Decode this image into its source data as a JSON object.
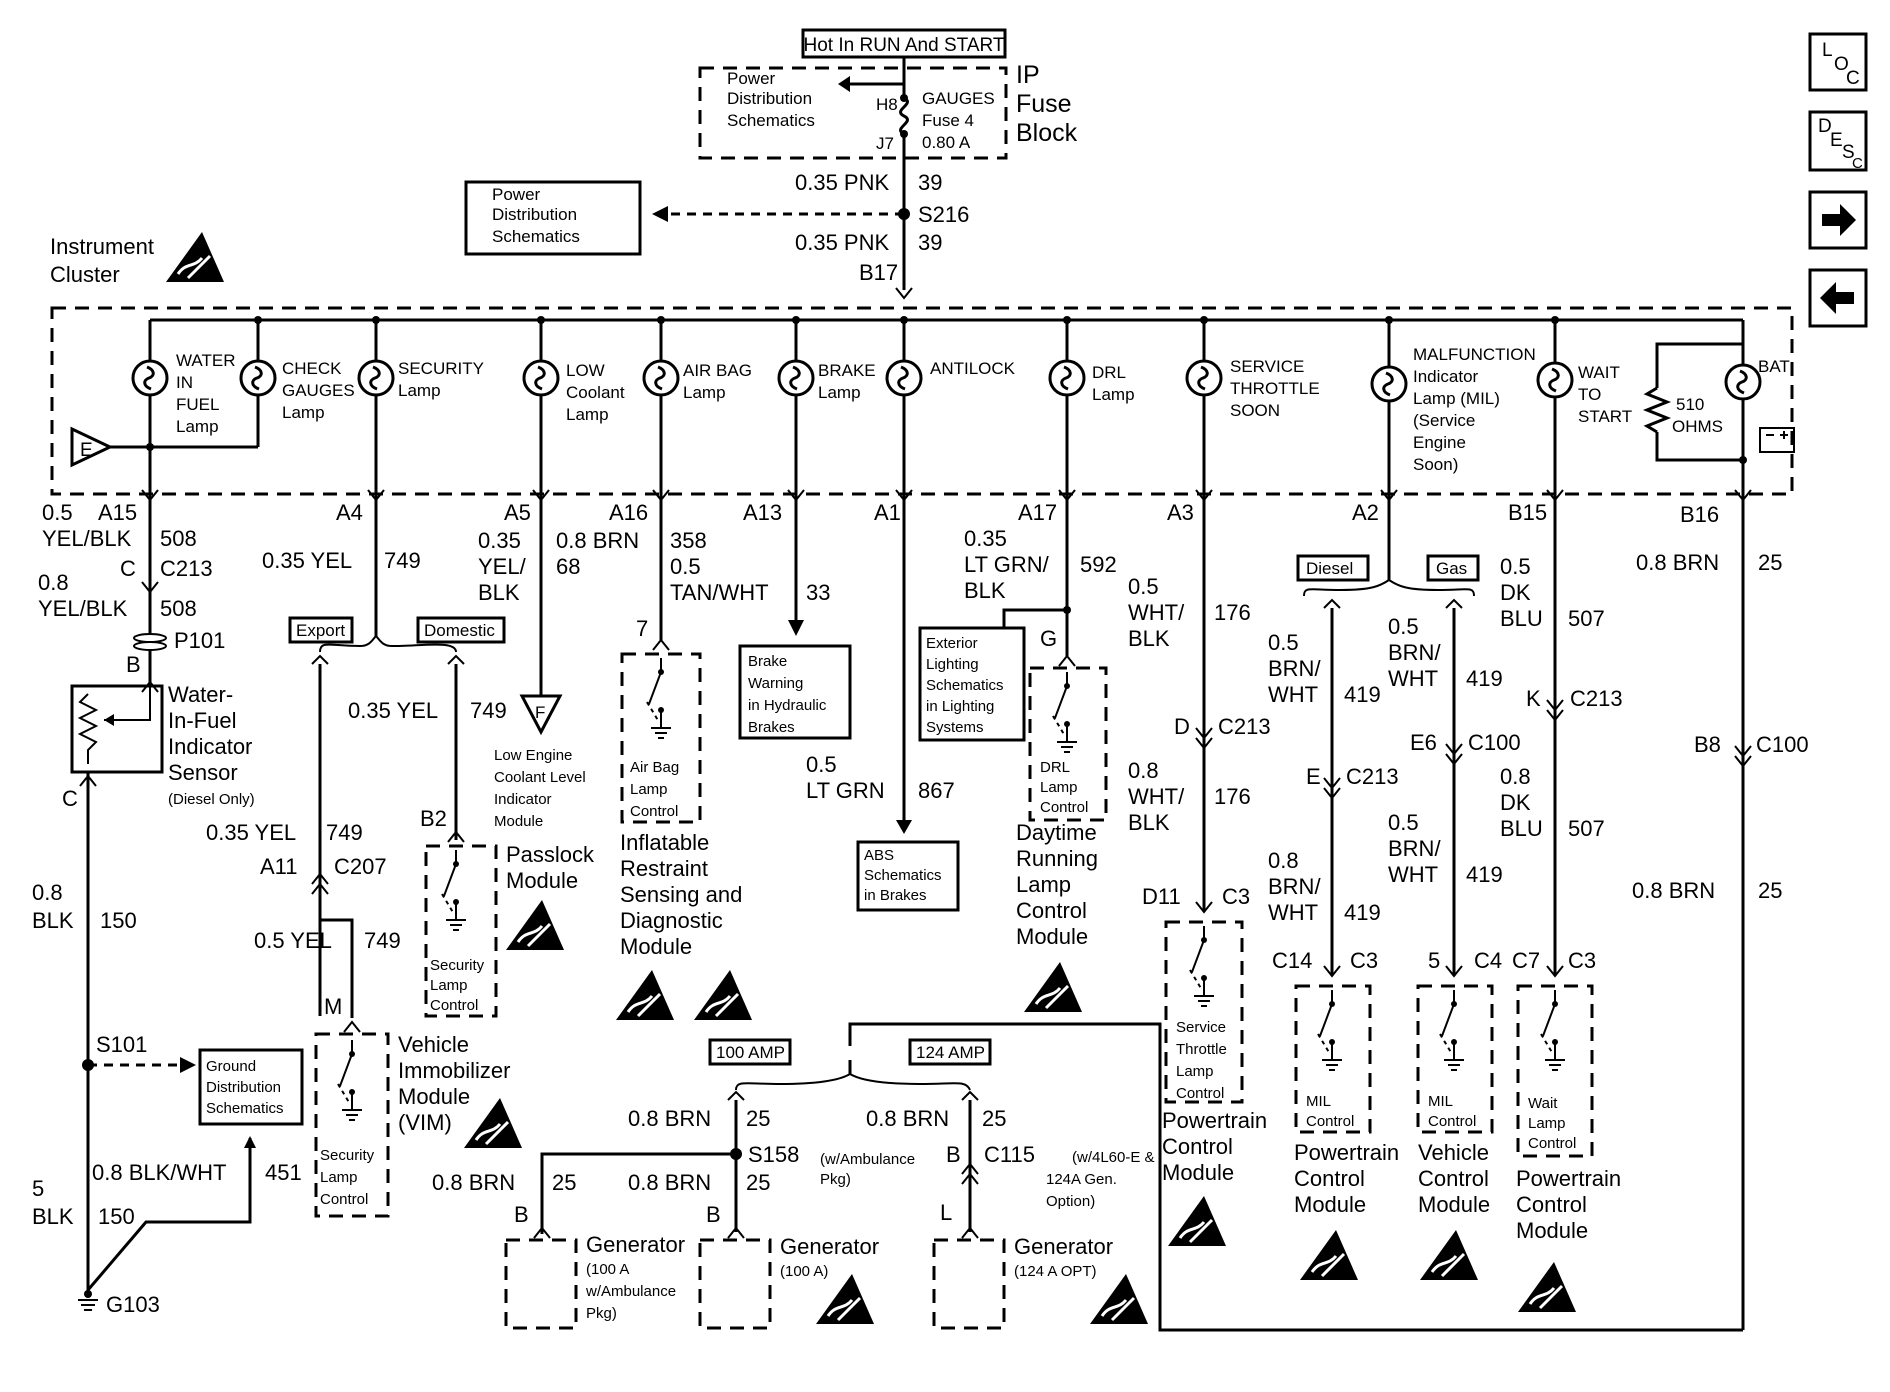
{
  "header": {
    "hot_in": "Hot In RUN And START",
    "fuse_block_lines": [
      "IP",
      "Fuse",
      "Block"
    ],
    "fuse_lines": [
      "GAUGES",
      "Fuse 4",
      "0.80 A"
    ],
    "fuse_pins": [
      "H8",
      "J7"
    ],
    "power_dist_lines": [
      "Power",
      "Distribution",
      "Schematics"
    ],
    "power_dist2_lines": [
      "Power",
      "Distribution",
      "Schematics"
    ],
    "feed_top_wire": "0.35 PNK",
    "feed_top_circuit": "39",
    "splice": "S216",
    "feed_bottom_wire": "0.35 PNK",
    "feed_bottom_circuit": "39",
    "feed_pin": "B17"
  },
  "cluster": {
    "title_lines": [
      "Instrument",
      "Cluster"
    ],
    "ground_label": "E",
    "resistor_lines": [
      "510",
      "OHMS"
    ],
    "lamps": [
      {
        "lines": [
          "WATER",
          "IN",
          "FUEL",
          "Lamp"
        ]
      },
      {
        "lines": [
          "CHECK",
          "GAUGES",
          "Lamp"
        ]
      },
      {
        "lines": [
          "SECURITY",
          "Lamp"
        ]
      },
      {
        "lines": [
          "LOW",
          "Coolant",
          "Lamp"
        ]
      },
      {
        "lines": [
          "AIR BAG",
          "Lamp"
        ]
      },
      {
        "lines": [
          "BRAKE",
          "Lamp"
        ]
      },
      {
        "lines": [
          "ANTILOCK"
        ]
      },
      {
        "lines": [
          "DRL",
          "Lamp"
        ]
      },
      {
        "lines": [
          "SERVICE",
          "THROTTLE",
          "SOON"
        ]
      },
      {
        "lines": [
          "MALFUNCTION",
          "Indicator",
          "Lamp (MIL)",
          "(Service",
          "Engine",
          "Soon)"
        ]
      },
      {
        "lines": [
          "WAIT",
          "TO",
          "START"
        ]
      },
      {
        "lines": [
          "BAT"
        ]
      }
    ],
    "pins": [
      "A15",
      "A4",
      "A5",
      "A16",
      "A13",
      "A1",
      "A17",
      "A3",
      "A2",
      "B15",
      "B16"
    ]
  },
  "circuits": {
    "water": {
      "wire1": [
        "0.5",
        "YEL/BLK"
      ],
      "circ1": "508",
      "conn_pin": "C",
      "conn": "C213",
      "wire2": [
        "0.8",
        "YEL/BLK"
      ],
      "circ2": "508",
      "p101": "P101",
      "pin_b": "B",
      "sensor_lines": [
        "Water-",
        "In-Fuel",
        "Indicator",
        "Sensor"
      ],
      "sensor_note": "(Diesel Only)",
      "pin_c": "C",
      "wire3": [
        "0.8",
        "BLK"
      ],
      "circ3": "150",
      "s101": "S101",
      "ground_dist_lines": [
        "Ground",
        "Distribution",
        "Schematics"
      ],
      "wire4": "0.8 BLK/WHT",
      "circ4": "451",
      "wire5": [
        "5",
        "BLK"
      ],
      "circ5": "150",
      "g103": "G103"
    },
    "security": {
      "wire1": "0.35 YEL",
      "circ1": "749",
      "export": "Export",
      "domestic": "Domestic",
      "wire_dom": "0.35 YEL",
      "circ_dom": "749",
      "pin_b2": "B2",
      "passlock_lines": [
        "Passlock",
        "Module"
      ],
      "sec_ctrl_lines": [
        "Security",
        "Lamp",
        "Control"
      ],
      "wire2": "0.35 YEL",
      "circ2": "749",
      "a11": "A11",
      "c207": "C207",
      "wire3": "0.5 YEL",
      "circ3": "749",
      "pin_m": "M",
      "vim_lines": [
        "Vehicle",
        "Immobilizer",
        "Module",
        "(VIM)"
      ],
      "vim_ctrl_lines": [
        "Security",
        "Lamp",
        "Control"
      ]
    },
    "coolant": {
      "wire": [
        "0.35",
        "YEL/",
        "BLK"
      ],
      "circ": "68",
      "f_label": "F",
      "module_lines": [
        "Low Engine",
        "Coolant Level",
        "Indicator",
        "Module"
      ]
    },
    "airbag": {
      "wire1": "0.8 BRN",
      "circ1": "358",
      "wire2": [
        "0.5",
        "TAN/WHT"
      ],
      "circ2": "33",
      "pin7": "7",
      "ctrl_lines": [
        "Air Bag",
        "Lamp",
        "Control"
      ],
      "module_lines": [
        "Inflatable",
        "Restraint",
        "Sensing and",
        "Diagnostic",
        "Module"
      ]
    },
    "brake": {
      "box_lines": [
        "Brake",
        "Warning",
        "in Hydraulic",
        "Brakes"
      ]
    },
    "abs": {
      "wire": [
        "0.5",
        "LT GRN"
      ],
      "circ": "867",
      "box_lines": [
        "ABS",
        "Schematics",
        "in Brakes"
      ]
    },
    "drl": {
      "wire": [
        "0.35",
        "LT GRN/",
        "BLK"
      ],
      "circ": "592",
      "ext_lines": [
        "Exterior",
        "Lighting",
        "Schematics",
        "in Lighting",
        "Systems"
      ],
      "pin_g": "G",
      "ctrl_lines": [
        "DRL",
        "Lamp",
        "Control"
      ],
      "module_lines": [
        "Daytime",
        "Running",
        "Lamp",
        "Control",
        "Module"
      ]
    },
    "throttle": {
      "wire1": [
        "0.5",
        "WHT/",
        "BLK"
      ],
      "circ1": "176",
      "pin_d": "D",
      "conn": "C213",
      "wire2": [
        "0.8",
        "WHT/",
        "BLK"
      ],
      "circ2": "176",
      "pin_d11": "D11",
      "conn2": "C3",
      "ctrl_lines": [
        "Service",
        "Throttle",
        "Lamp",
        "Control"
      ],
      "module_lines": [
        "Powertrain",
        "Control",
        "Module"
      ]
    },
    "mil": {
      "diesel": "Diesel",
      "gas": "Gas",
      "wire_d1": [
        "0.5",
        "BRN/",
        "WHT"
      ],
      "circ_d1": "419",
      "pin_e": "E",
      "conn_e": "C213",
      "wire_d2": [
        "0.8",
        "BRN/",
        "WHT"
      ],
      "circ_d2": "419",
      "pin_c14": "C14",
      "conn_c14": "C3",
      "ctrl_d_lines": [
        "MIL",
        "Control"
      ],
      "module_d_lines": [
        "Powertrain",
        "Control",
        "Module"
      ],
      "wire_g1": [
        "0.5",
        "BRN/",
        "WHT"
      ],
      "circ_g1": "419",
      "pin_e6": "E6",
      "conn_e6": "C100",
      "wire_g2": [
        "0.5",
        "BRN/",
        "WHT"
      ],
      "circ_g2": "419",
      "pin_5": "5",
      "conn_5": "C4",
      "ctrl_g_lines": [
        "MIL",
        "Control"
      ],
      "module_g_lines": [
        "Vehicle",
        "Control",
        "Module"
      ]
    },
    "wait": {
      "wire1": [
        "0.5",
        "DK",
        "BLU"
      ],
      "circ1": "507",
      "pin_k": "K",
      "conn": "C213",
      "wire2": [
        "0.8",
        "DK",
        "BLU"
      ],
      "circ2": "507",
      "pin_c7": "C7",
      "conn2": "C3",
      "ctrl_lines": [
        "Wait",
        "Lamp",
        "Control"
      ],
      "module_lines": [
        "Powertrain",
        "Control",
        "Module"
      ]
    },
    "bat": {
      "wire1": "0.8 BRN",
      "circ1": "25",
      "pin_b8": "B8",
      "conn": "C100",
      "wire2": "0.8 BRN",
      "circ2": "25"
    },
    "generator": {
      "amp100": "100 AMP",
      "amp124": "124 AMP",
      "wire_a": "0.8 BRN",
      "circ_a": "25",
      "wire_b": "0.8 BRN",
      "circ_b": "25",
      "s158": "S158",
      "s158_note": [
        "(w/Ambulance",
        "Pkg)"
      ],
      "pin_b_left": "B",
      "pin_b_mid": "B",
      "pin_b_right": "B",
      "pin_l": "L",
      "c115": "C115",
      "c115_note": [
        "(w/4L60-E &",
        "124A Gen.",
        "Option)"
      ],
      "wire_c": "0.8 BRN",
      "circ_c": "25",
      "wire_d": "0.8 BRN",
      "circ_d": "25",
      "gen1_title": "Generator",
      "gen1_note": [
        "(100 A",
        "w/Ambulance",
        "Pkg)"
      ],
      "gen2_title": "Generator",
      "gen2_note": "(100 A)",
      "gen3_title": "Generator",
      "gen3_note": "(124 A OPT)"
    }
  },
  "nav": {
    "loc": [
      "L",
      "O",
      "C"
    ],
    "desc": [
      "D",
      "E",
      "S",
      "C"
    ]
  }
}
